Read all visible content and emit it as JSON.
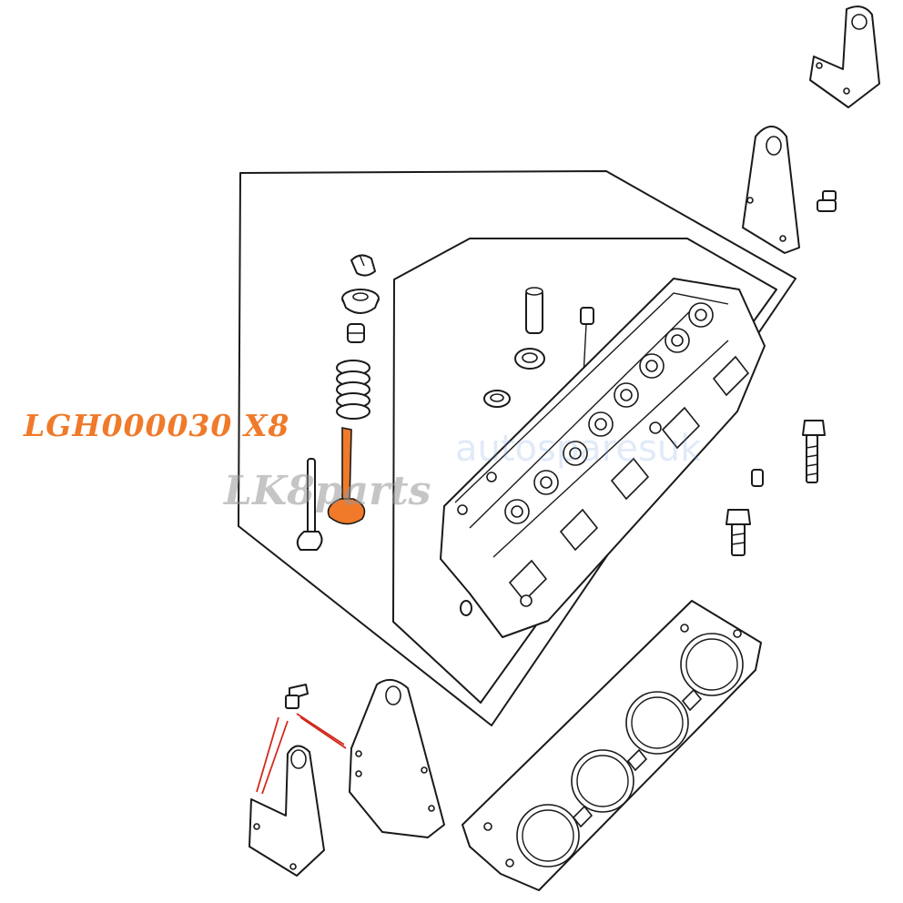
{
  "callout": {
    "part_number": "LGH000030 X8"
  },
  "watermark": {
    "brand": "LK8parts",
    "faint_text": "autosparesuk"
  },
  "colors": {
    "highlight": "#f07a2a",
    "leader": "#d12a1e",
    "ink": "#1a1a1a"
  },
  "icons": [
    "valve-icon",
    "spring-icon",
    "gasket-icon",
    "bracket-icon",
    "bolt-icon"
  ]
}
